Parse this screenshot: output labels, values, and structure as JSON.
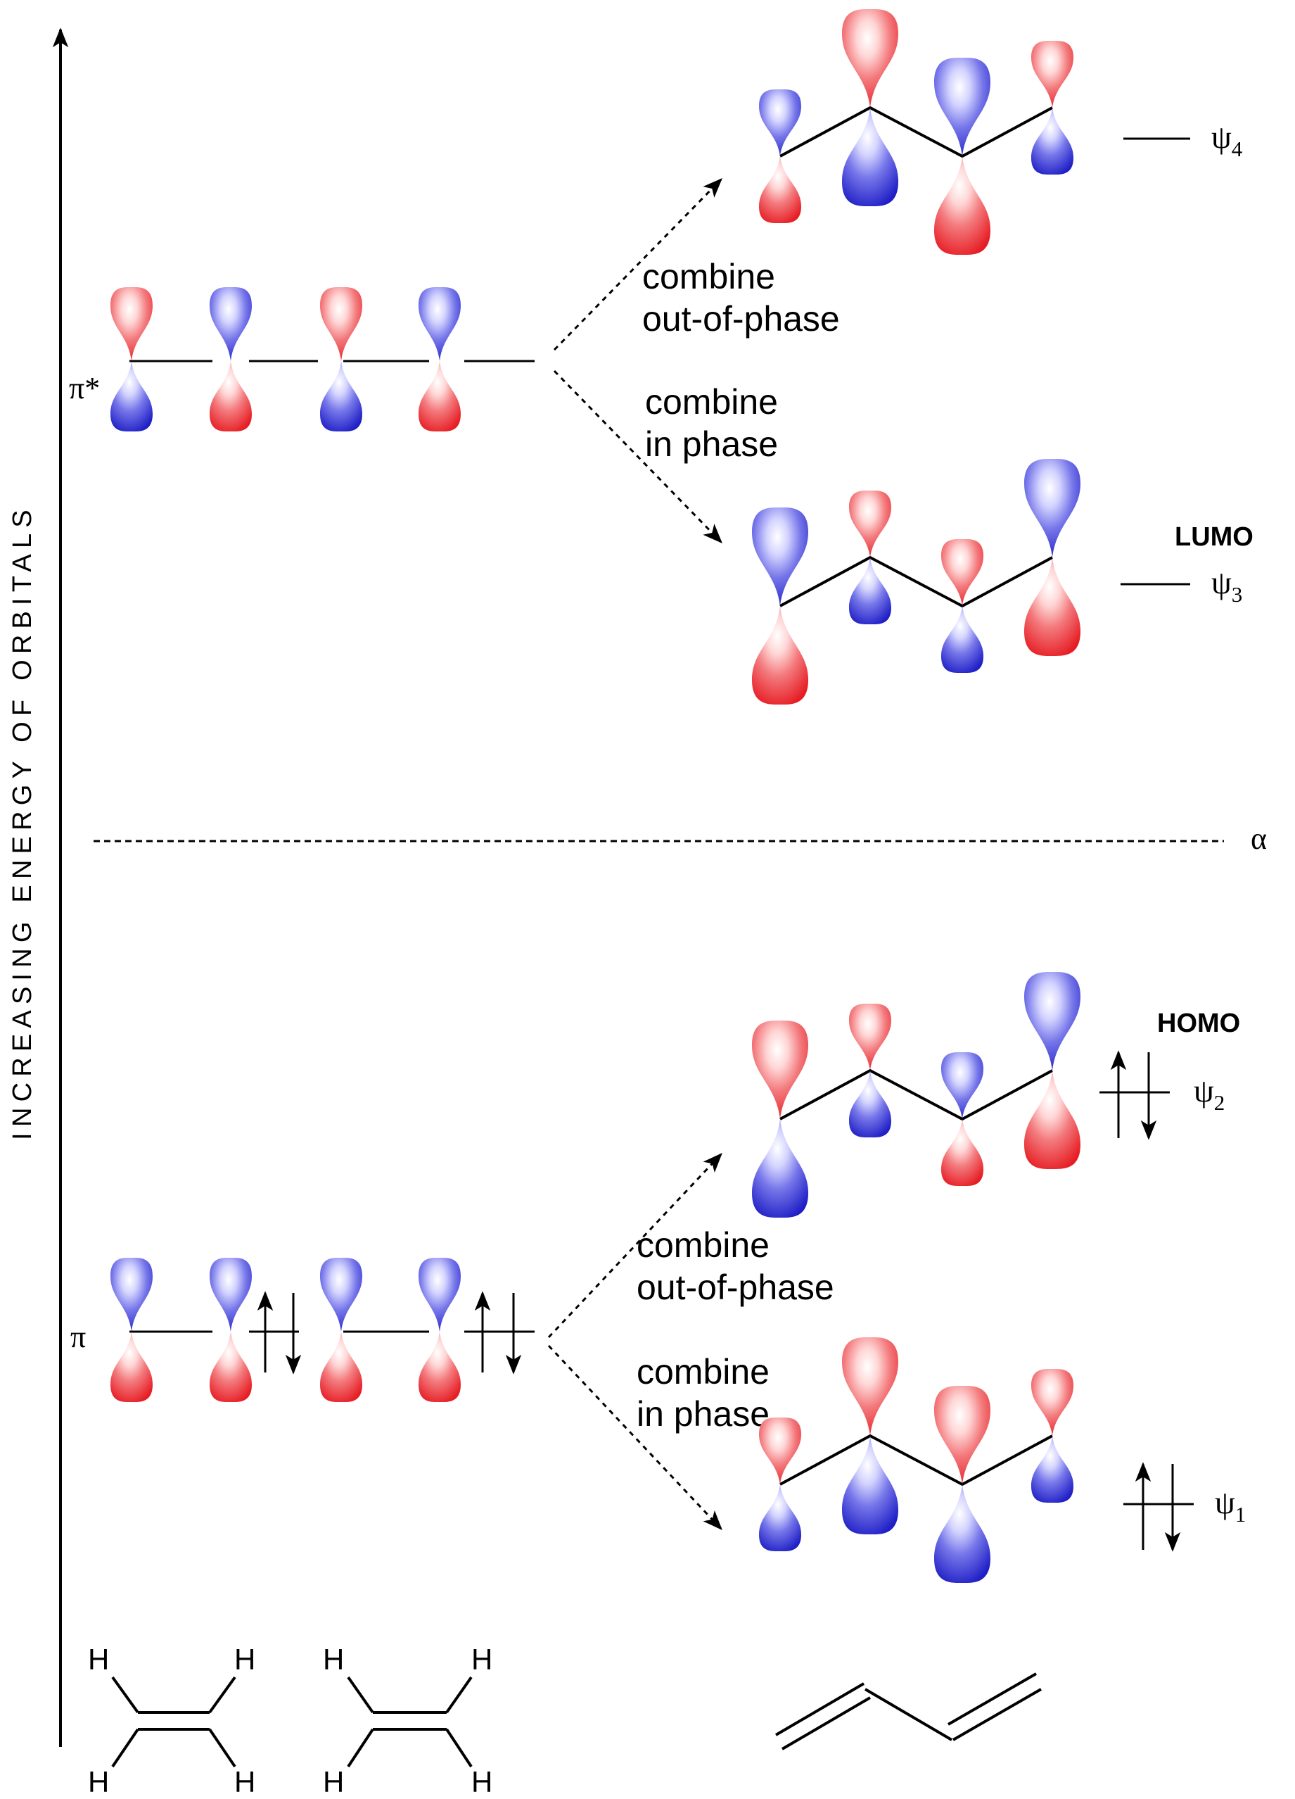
{
  "axis": {
    "label": "INCREASING ENERGY OF ORBITALS"
  },
  "ethene": {
    "pi_star_label": "π*",
    "pi_label": "π",
    "h_label": "H"
  },
  "combine": {
    "upper_out": [
      "combine",
      "out-of-phase"
    ],
    "upper_in": [
      "combine",
      "in phase"
    ],
    "lower_out": [
      "combine",
      "out-of-phase"
    ],
    "lower_in": [
      "combine",
      "in phase"
    ]
  },
  "levels": {
    "alpha": "α",
    "psi4": {
      "base": "ψ",
      "sub": "4"
    },
    "psi3": {
      "base": "ψ",
      "sub": "3",
      "tag": "LUMO"
    },
    "psi2": {
      "base": "ψ",
      "sub": "2",
      "tag": "HOMO"
    },
    "psi1": {
      "base": "ψ",
      "sub": "1"
    }
  },
  "colors": {
    "red": "#e8232a",
    "blue": "#2323cc"
  },
  "icons": [
    "up-spin-arrow-icon",
    "down-spin-arrow-icon",
    "reaction-arrow-icon"
  ]
}
